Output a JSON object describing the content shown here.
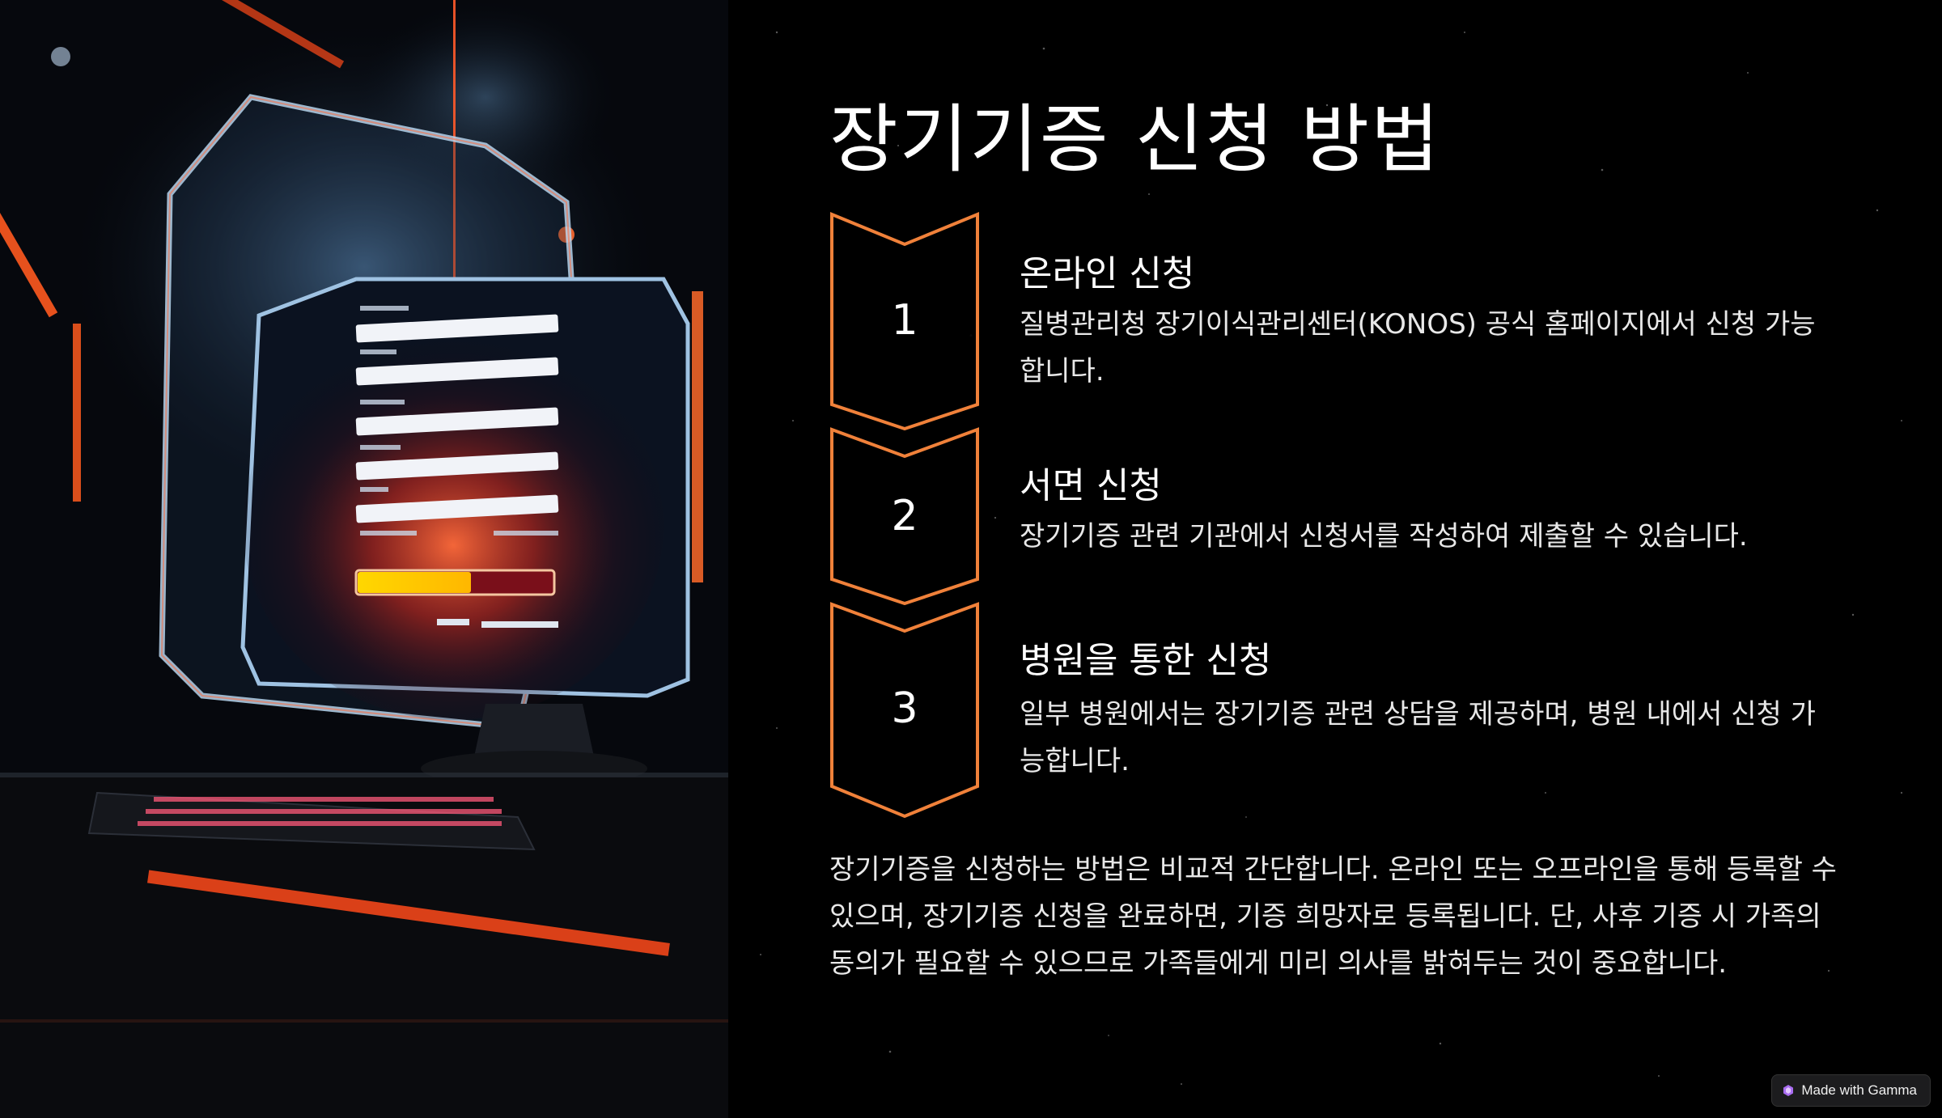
{
  "title": "장기기증 신청 방법",
  "steps": [
    {
      "number": "1",
      "title": "온라인 신청",
      "description": "질병관리청 장기이식관리센터(KONOS) 공식 홈페이지에서 신청 가능합니다."
    },
    {
      "number": "2",
      "title": "서면 신청",
      "description": "장기기증 관련 기관에서 신청서를 작성하여 제출할 수 있습니다."
    },
    {
      "number": "3",
      "title": "병원을 통한 신청",
      "description": "일부 병원에서는 장기기증 관련 상담을 제공하며, 병원 내에서 신청 가능합니다."
    }
  ],
  "summary": "장기기증을 신청하는 방법은 비교적 간단합니다. 온라인 또는 오프라인을 통해 등록할 수 있으며, 장기기증 신청을 완료하면, 기증 희망자로 등록됩니다. 단, 사후 기증 시 가족의 동의가 필요할 수 있으므로 가족들에게 미리 의사를 밝혀두는 것이 중요합니다.",
  "badge": {
    "label": "Made with Gamma",
    "icon": "gamma-logo-icon"
  },
  "hero_image": {
    "icon": "computer-registration-form-illustration"
  },
  "colors": {
    "accent": "#f0813a",
    "background": "#000000",
    "text": "#ffffff"
  }
}
